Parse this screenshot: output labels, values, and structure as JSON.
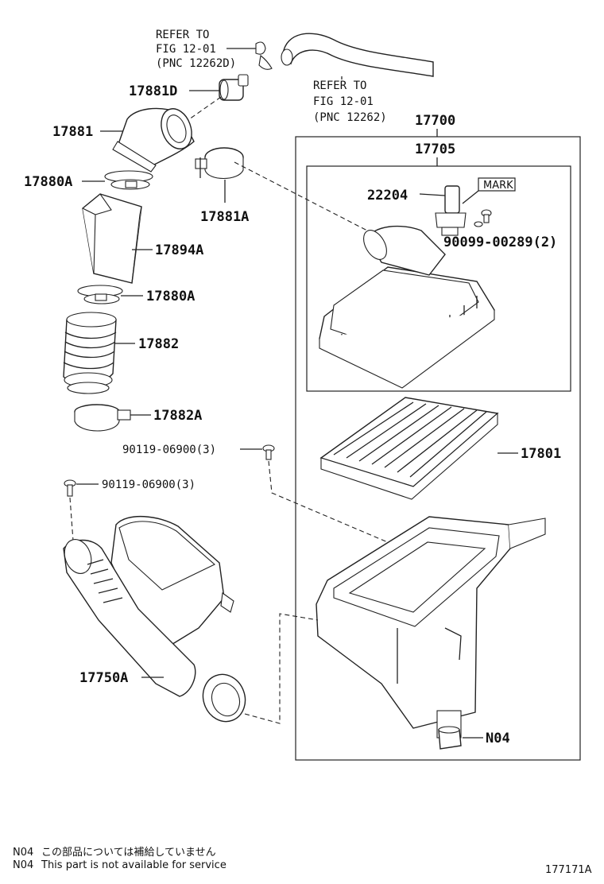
{
  "refs": {
    "fig_a": {
      "line1": "REFER TO",
      "line2": "FIG 12-01",
      "line3": "(PNC 12262D)"
    },
    "fig_b": {
      "line1": "REFER TO",
      "line2": "FIG 12-01",
      "line3": "(PNC 12262)"
    }
  },
  "parts": {
    "p17700": "17700",
    "p17705": "17705",
    "p17881D": "17881D",
    "p17881": "17881",
    "p17880A_top": "17880A",
    "p17881A": "17881A",
    "p22204": "22204",
    "mark": "MARK",
    "p90099": "90099-00289(2)",
    "p17894A": "17894A",
    "p17880A_bottom": "17880A",
    "p17882": "17882",
    "p17882A": "17882A",
    "p90119_a": "90119-06900(3)",
    "p90119_b": "90119-06900(3)",
    "p17801": "17801",
    "p17750A": "17750A",
    "pN04": "N04"
  },
  "notes": {
    "jp_code": "N04",
    "jp_text": "この部品については補給していません",
    "en_code": "N04",
    "en_text": "This part is not available for service"
  },
  "figure_id": "177171A"
}
